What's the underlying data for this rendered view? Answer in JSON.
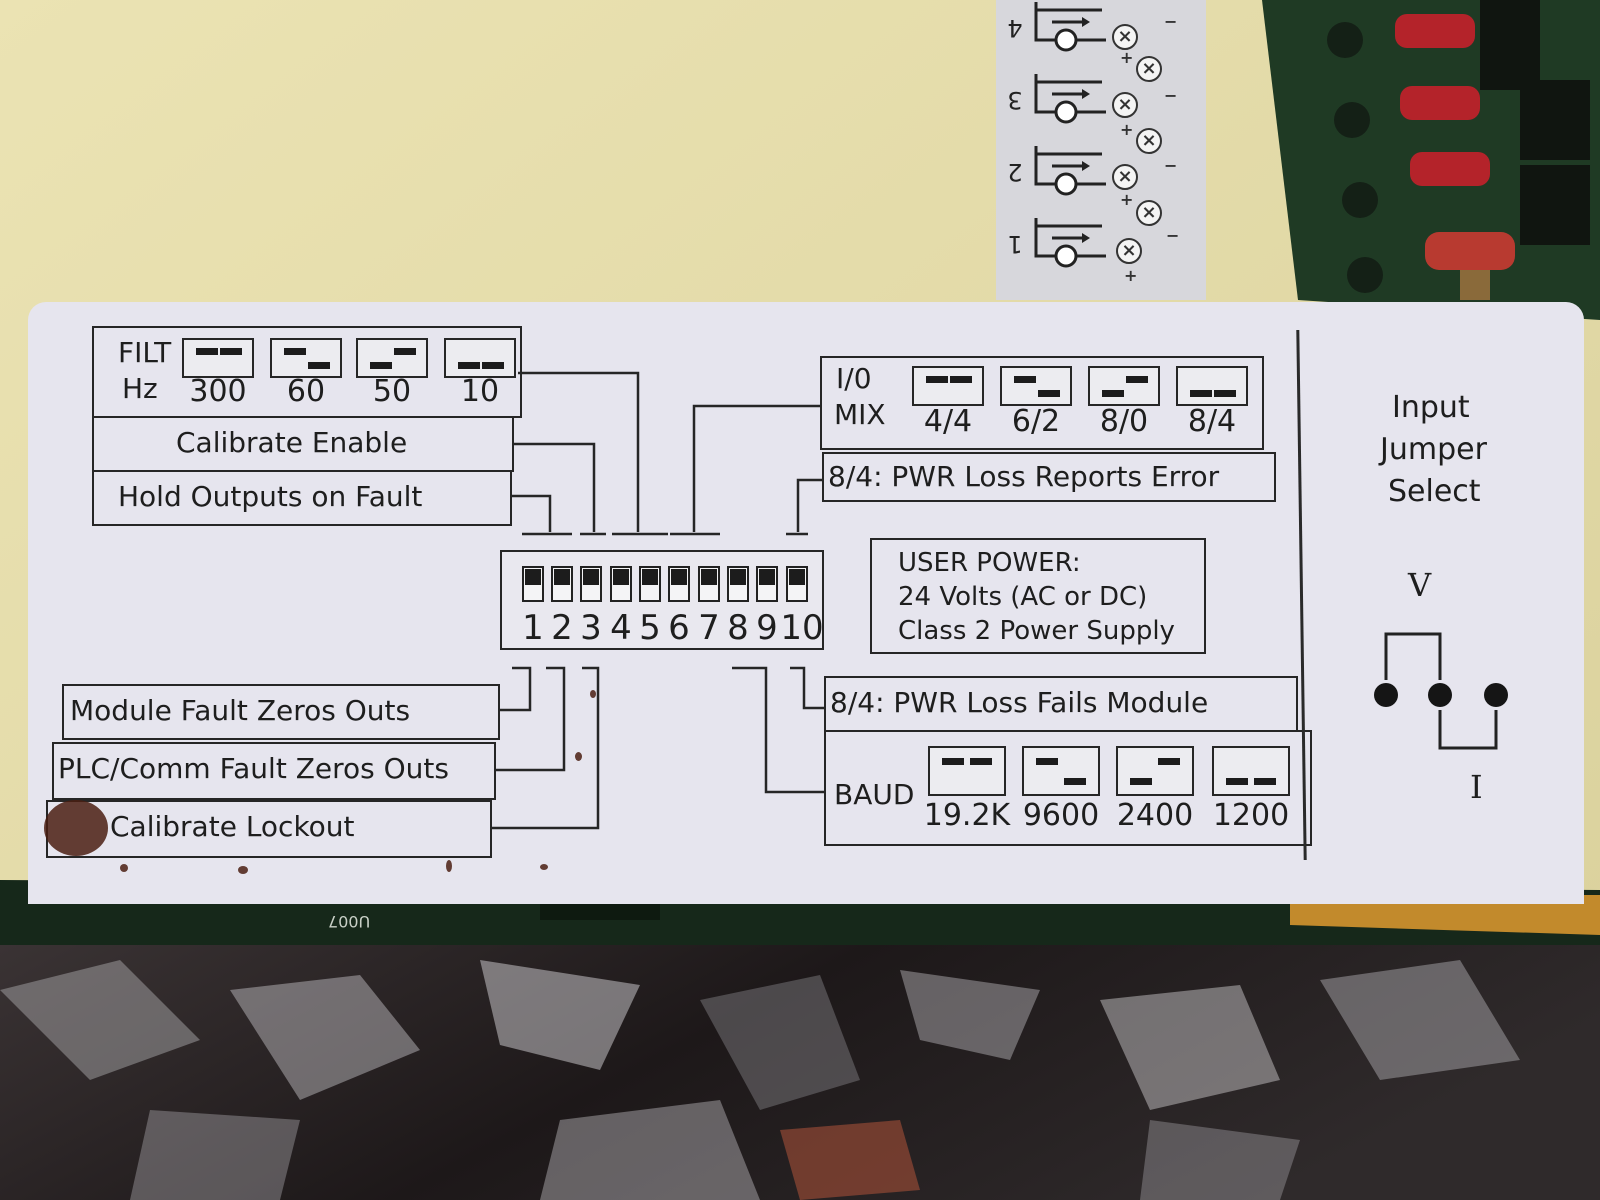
{
  "terminal_strip": {
    "channels": [
      {
        "number": "4",
        "plus": "+",
        "minus": "−"
      },
      {
        "number": "3",
        "plus": "+",
        "minus": "−"
      },
      {
        "number": "2",
        "plus": "+",
        "minus": "−"
      },
      {
        "number": "1",
        "plus": "+",
        "minus": "−"
      }
    ]
  },
  "filter": {
    "label_line1": "FILT",
    "label_line2": "Hz",
    "options": [
      {
        "value": "300",
        "pattern": "both-up"
      },
      {
        "value": "60",
        "pattern": "left-up"
      },
      {
        "value": "50",
        "pattern": "right-up"
      },
      {
        "value": "10",
        "pattern": "both-down"
      }
    ]
  },
  "left_top_labels": {
    "calibrate_enable": "Calibrate Enable",
    "hold_outputs": "Hold Outputs on Fault"
  },
  "io_mix": {
    "label_line1": "I/0",
    "label_line2": "MIX",
    "options": [
      {
        "value": "4/4",
        "pattern": "both-up"
      },
      {
        "value": "6/2",
        "pattern": "left-up"
      },
      {
        "value": "8/0",
        "pattern": "right-up"
      },
      {
        "value": "8/4",
        "pattern": "both-down"
      }
    ]
  },
  "pwr_loss_reports": "8/4: PWR Loss Reports Error",
  "dip_numbers": [
    "1",
    "2",
    "3",
    "4",
    "5",
    "6",
    "7",
    "8",
    "9",
    "10"
  ],
  "user_power": {
    "line1": "USER POWER:",
    "line2": "24 Volts (AC or DC)",
    "line3": "Class 2 Power Supply"
  },
  "left_bottom_labels": {
    "module_fault": "Module Fault Zeros Outs",
    "plc_comm_fault": "PLC/Comm Fault Zeros Outs",
    "calibrate_lockout": "Calibrate Lockout"
  },
  "pwr_loss_fails": "8/4: PWR Loss Fails Module",
  "baud": {
    "label": "BAUD",
    "options": [
      {
        "value": "19.2K",
        "pattern": "both-up"
      },
      {
        "value": "9600",
        "pattern": "left-up"
      },
      {
        "value": "2400",
        "pattern": "right-up"
      },
      {
        "value": "1200",
        "pattern": "both-down"
      }
    ]
  },
  "input_jumper": {
    "title_line1": "Input",
    "title_line2": "Jumper",
    "title_line3": "Select",
    "v_label": "V",
    "i_label": "I"
  },
  "board_marking": "U007",
  "colors": {
    "label_bg": "#e6e5ee",
    "ink": "#1e1e1e",
    "wall": "#e4dcaa",
    "pcb": "#1f3a24",
    "foil": "#2a2324"
  }
}
